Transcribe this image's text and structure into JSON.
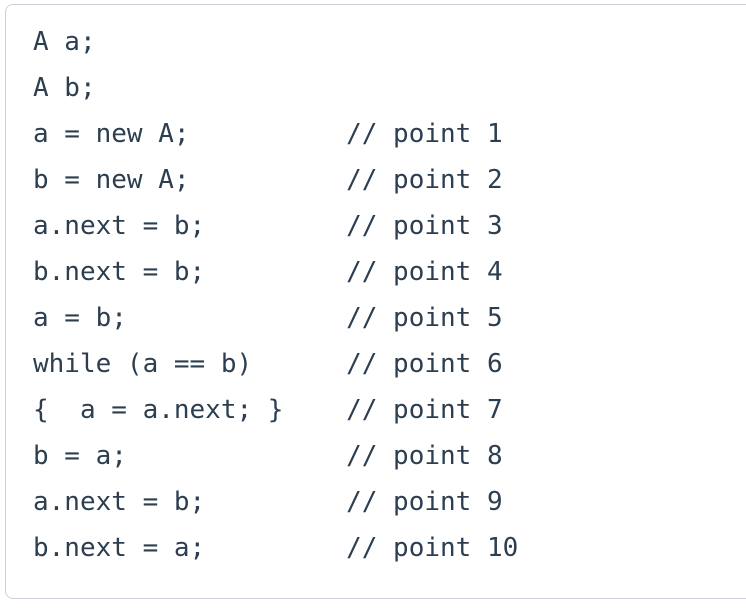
{
  "card": {
    "background": "#ffffff",
    "border_color": "#ccd1d9",
    "text_color": "#2c3e50"
  },
  "code": {
    "language": "java",
    "comment_column": 20,
    "lines": [
      {
        "code": "A a;",
        "comment": ""
      },
      {
        "code": "A b;",
        "comment": ""
      },
      {
        "code": "a = new A;",
        "comment": "// point 1"
      },
      {
        "code": "b = new A;",
        "comment": "// point 2"
      },
      {
        "code": "a.next = b;",
        "comment": "// point 3"
      },
      {
        "code": "b.next = b;",
        "comment": "// point 4"
      },
      {
        "code": "a = b;",
        "comment": "// point 5"
      },
      {
        "code": "while (a == b)",
        "comment": "// point 6"
      },
      {
        "code": "{  a = a.next; }",
        "comment": "// point 7"
      },
      {
        "code": "b = a;",
        "comment": "// point 8"
      },
      {
        "code": "a.next = b;",
        "comment": "// point 9"
      },
      {
        "code": "b.next = a;",
        "comment": "// point 10"
      }
    ]
  }
}
